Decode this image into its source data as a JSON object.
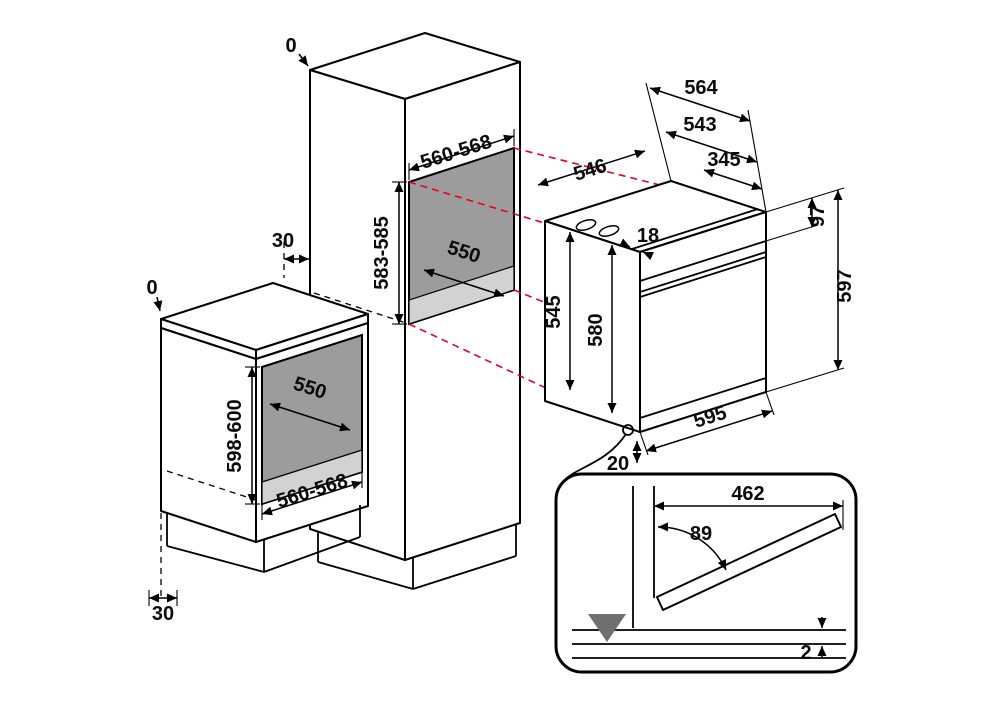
{
  "diagram": {
    "tall_cabinet": {
      "gap_top": "0",
      "gap_back": "30",
      "niche_width": "560-568",
      "niche_height": "583-585",
      "niche_depth": "550"
    },
    "base_cabinet": {
      "gap_top": "0",
      "plinth_recess": "30",
      "niche_width": "560-568",
      "niche_height": "598-600",
      "niche_depth": "550"
    },
    "oven": {
      "depth_total": "564",
      "depth_body": "543",
      "depth_upper": "345",
      "top_width": "546",
      "panel_step": "18",
      "panel_height": "97",
      "height_side": "545",
      "height_body": "580",
      "height_total": "597",
      "width": "595",
      "clearance_bottom": "20"
    },
    "door_detail": {
      "projection": "462",
      "angle": "89",
      "gap": "2"
    },
    "colors": {
      "line": "#000000",
      "projection_line": "#e8001d",
      "niche_back": "#9c9c9c",
      "niche_floor": "#d2d2d2",
      "detail_fill": "#6f6f6f"
    }
  }
}
